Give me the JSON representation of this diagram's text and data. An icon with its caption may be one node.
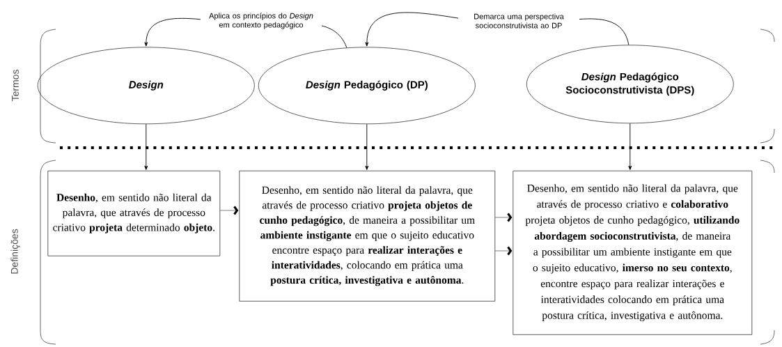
{
  "diagram": {
    "nodes": [
      {
        "text": [
          "Termos"
        ]
      },
      {
        "text": [
          "Design"
        ],
        "in": 0
      },
      {
        "text": [
          "*Design* Pedagógico (DP)"
        ],
        "in": 0
      },
      {
        "text": [
          "*Design* Pedagógico Socioconstrutivista (DPS)"
        ],
        "in": 0
      },
      {
        "text": [
          "Definições"
        ]
      },
      {
        "text": [
          "**Desenho**, em sentido não literal da palavra, que através de processo criativo **projeta** determinado **objeto**."
        ],
        "in": 4
      },
      {
        "text": [
          "Desenho, em sentido não literal da palavra, que através de processo criativo **projeta objetos de cunho pedagógico**, de maneira a possibilitar um **ambiente instigante** em que o sujeito educativo encontre espaço para **realizar interações e interatividades**, colocando em prática uma **postura crítica, investigativa e autônoma**."
        ],
        "in": 4
      },
      {
        "text": [
          "Desenho, em sentido não literal da palavra, que através de processo criativo e **colaborativo** projeta objetos de cunho pedagógico, **utilizando abordagem socioconstrutivista**, de maneira a possibilitar um ambiente instigante em que o sujeito educativo, **imerso no seu contexto**, encontre espaço para realizar interações e interatividades colocando em prática uma postura crítica, investigativa e autônoma."
        ],
        "in": 4
      }
    ],
    "edges": [
      {
        "from": 2,
        "to": 1,
        "arrow": "to",
        "label": "Aplica os princípios do *Design* em contexto pedagógico"
      },
      {
        "from": 3,
        "to": 2,
        "arrow": "to",
        "label": "Demarca uma perspectiva socioconstrutivista ao DP"
      },
      {
        "from": 1,
        "to": 5,
        "arrow": "to"
      },
      {
        "from": 2,
        "to": 6,
        "arrow": "to"
      },
      {
        "from": 3,
        "to": 7,
        "arrow": "to"
      },
      {
        "from": 5,
        "to": 6,
        "arrow": "to"
      },
      {
        "from": 6,
        "to": 7,
        "arrow": "to"
      },
      {
        "from": 6,
        "to": 7,
        "arrow": "to"
      }
    ]
  }
}
